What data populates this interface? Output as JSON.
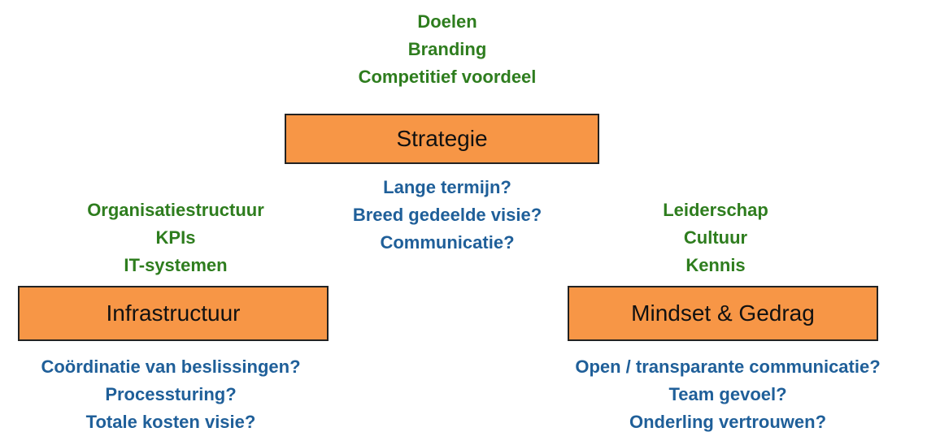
{
  "strategie": {
    "label": "Strategie",
    "goals": [
      "Doelen",
      "Branding",
      "Competitief voordeel"
    ],
    "questions": [
      "Lange termijn?",
      "Breed gedeelde visie?",
      "Communicatie?"
    ]
  },
  "infrastructuur": {
    "label": "Infrastructuur",
    "elements": [
      "Organisatiestructuur",
      "KPIs",
      "IT-systemen"
    ],
    "questions": [
      "Coördinatie van beslissingen?",
      "Processturing?",
      "Totale kosten visie?"
    ]
  },
  "mindset": {
    "label": "Mindset & Gedrag",
    "elements": [
      "Leiderschap",
      "Cultuur",
      "Kennis"
    ],
    "questions": [
      "Open / transparante communicatie?",
      "Team gevoel?",
      "Onderling vertrouwen?"
    ]
  },
  "colors": {
    "box_fill": "#f79646",
    "element_text": "#2e7d1e",
    "question_text": "#1f5f99"
  }
}
